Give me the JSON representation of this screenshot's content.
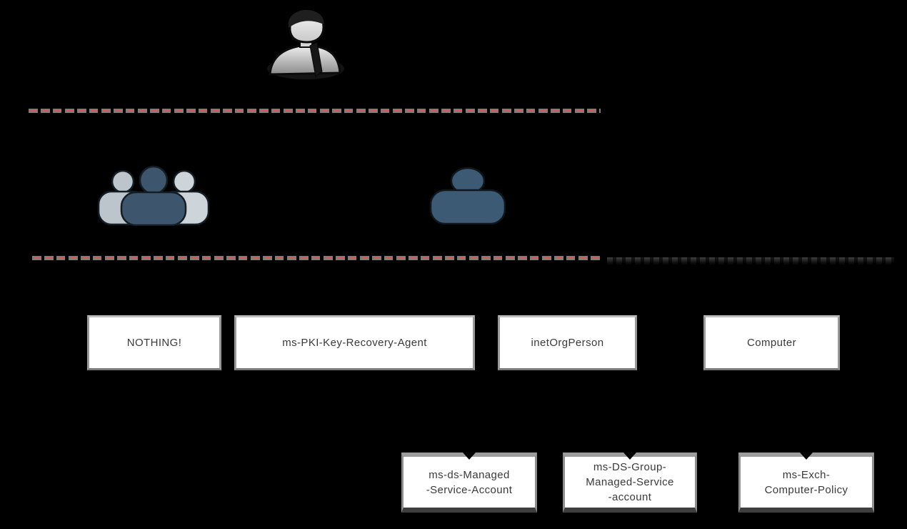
{
  "page": {
    "background": "#000000"
  },
  "palette": {
    "dash_gray": "#7c7c7c",
    "dash_red": "#d95b57",
    "dash_dark": "#3a3a3a",
    "slate_blue": "#3e566d",
    "member_light": "#c9d0d6",
    "box_bg": "#ffffff",
    "box_border": "#9a9a9a",
    "box_text": "#3a3a3a"
  },
  "icons": {
    "top_user": "admin-user-bust-icon",
    "group": "user-group-icon",
    "user": "user-icon"
  },
  "class_boxes_row1": [
    {
      "label": "NOTHING!"
    },
    {
      "label": "ms-PKI-Key-Recovery-Agent"
    },
    {
      "label": "inetOrgPerson"
    },
    {
      "label": "Computer"
    }
  ],
  "class_boxes_row2": [
    {
      "label": "ms-ds-Managed\n-Service-Account"
    },
    {
      "label": "ms-DS-Group-\nManaged-Service\n-account"
    },
    {
      "label": "ms-Exch-\nComputer-Policy"
    }
  ]
}
